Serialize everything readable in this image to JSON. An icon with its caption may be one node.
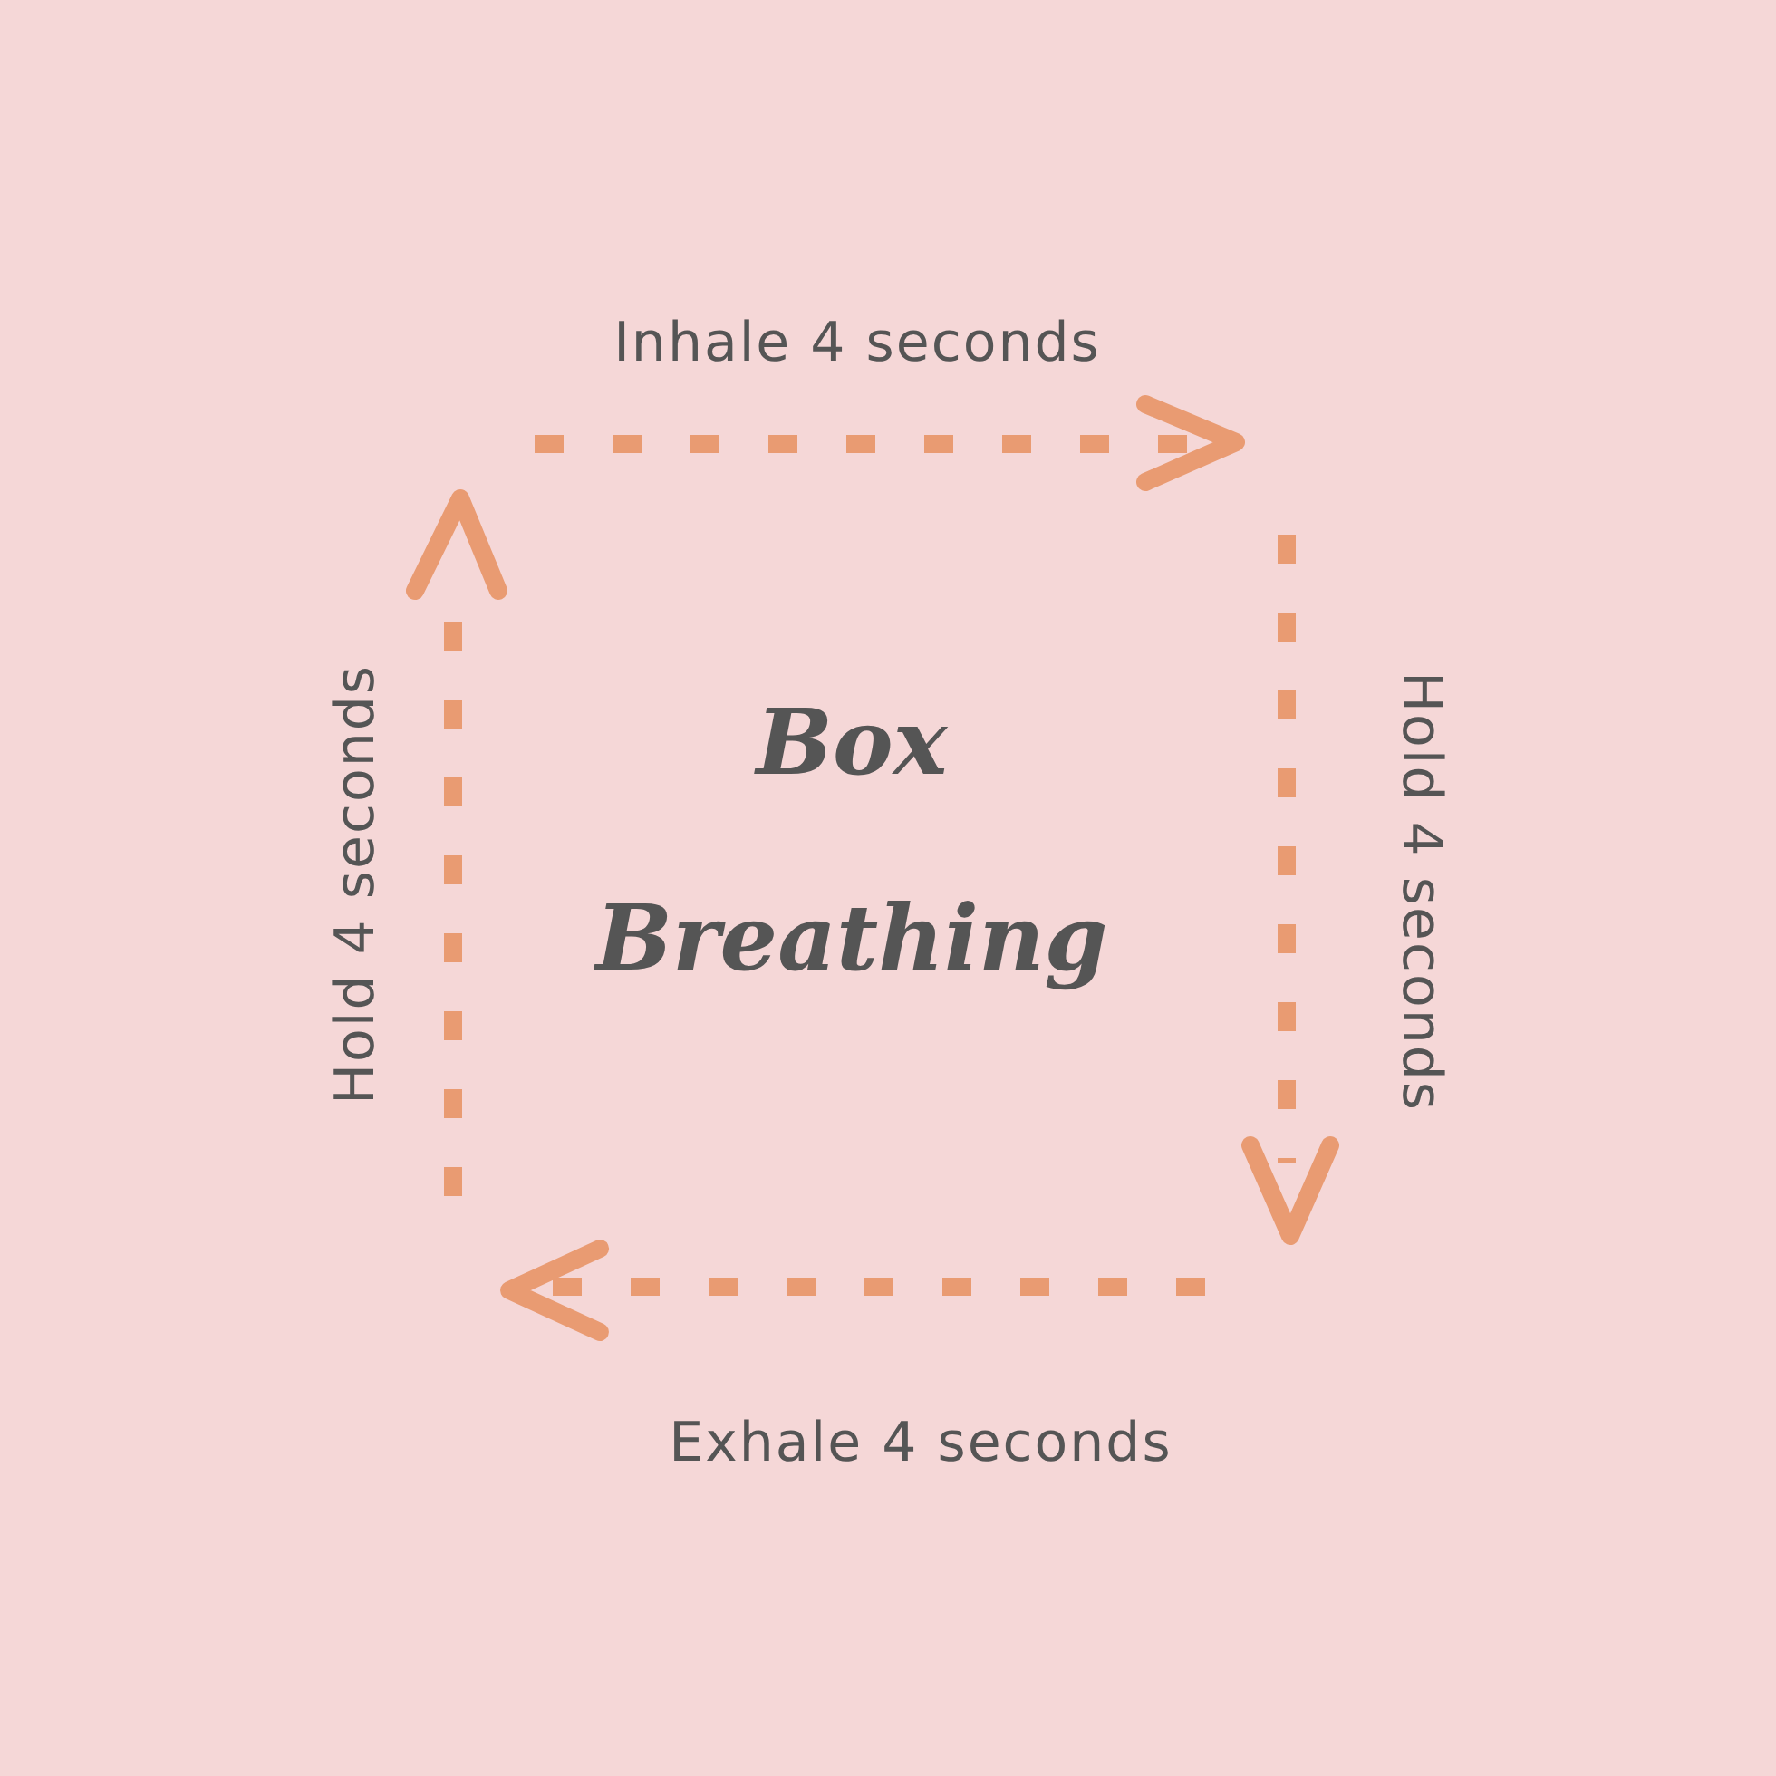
{
  "diagram": {
    "title": "Box Breathing",
    "labels": [
      "Inhale 4 seconds",
      "Hold 4 seconds",
      "Hold 4 seconds",
      "Exhale 4 seconds"
    ]
  }
}
